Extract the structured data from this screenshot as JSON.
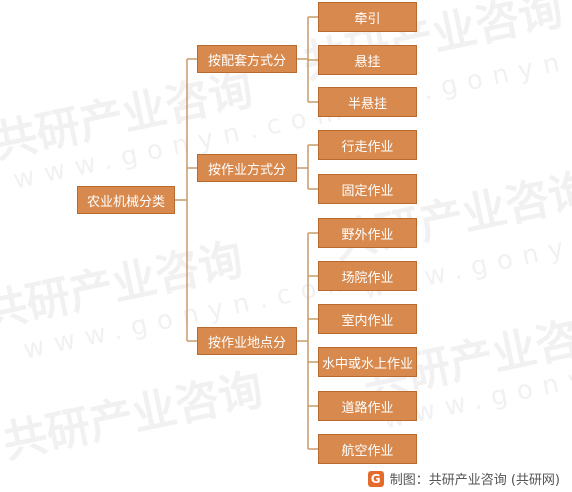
{
  "root": "农业机械分类",
  "groups": [
    {
      "label": "按配套方式分",
      "children": [
        "牵引",
        "悬挂",
        "半悬挂"
      ]
    },
    {
      "label": "按作业方式分",
      "children": [
        "行走作业",
        "固定作业"
      ]
    },
    {
      "label": "按作业地点分",
      "children": [
        "野外作业",
        "场院作业",
        "室内作业",
        "水中或水上作业",
        "道路作业",
        "航空作业"
      ]
    }
  ],
  "footer": {
    "logo_letter": "G",
    "text": "制图：共研产业咨询 (共研网)"
  },
  "watermark": {
    "text": "共研产业咨询",
    "sub": "www.gonyn.com"
  },
  "colors": {
    "node_fill": "#d8894e",
    "node_border": "#b86a2f",
    "line": "#c99a6a"
  }
}
